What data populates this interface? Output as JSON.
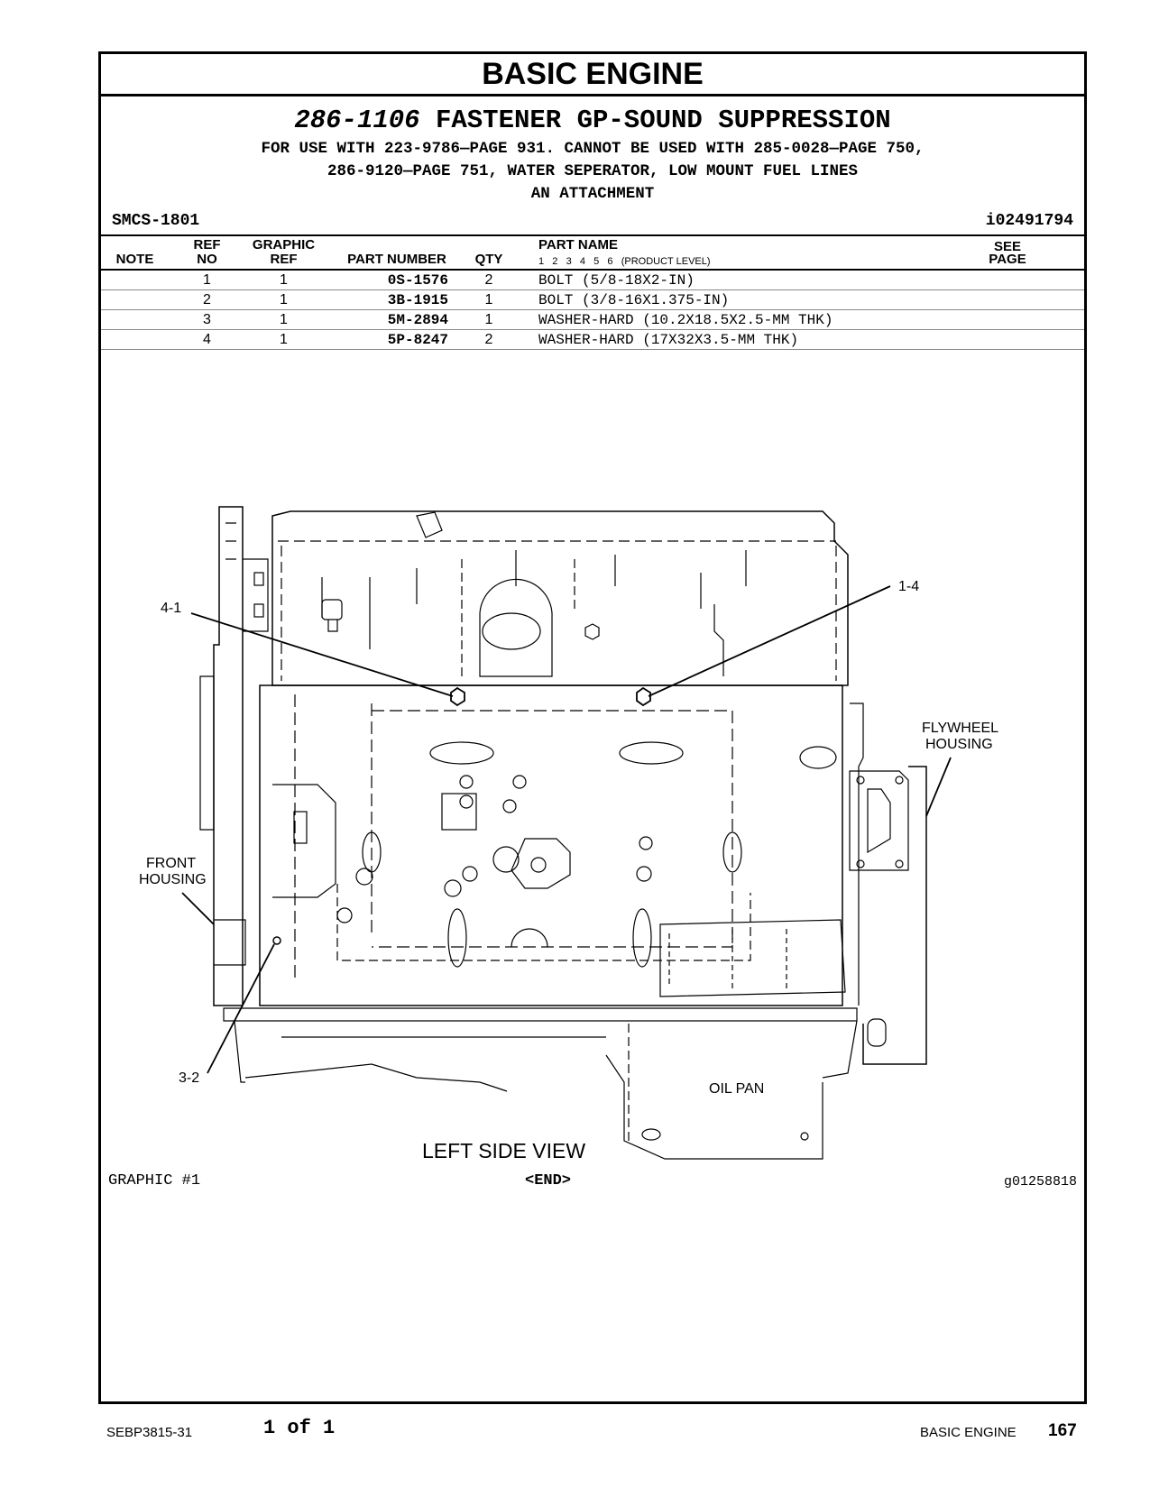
{
  "banner": "BASIC ENGINE",
  "group": {
    "number": "286-1106",
    "title": "FASTENER GP-SOUND SUPPRESSION",
    "desc_lines": [
      "FOR USE WITH 223-9786—PAGE 931. CANNOT BE USED WITH 285-0028—PAGE 750,",
      "286-9120—PAGE 751, WATER SEPERATOR, LOW MOUNT FUEL LINES",
      "AN ATTACHMENT"
    ]
  },
  "smcs": "SMCS-1801",
  "iref": "i02491794",
  "table": {
    "headers": {
      "note": "NOTE",
      "ref_no_1": "REF",
      "ref_no_2": "NO",
      "graphic_ref_1": "GRAPHIC",
      "graphic_ref_2": "REF",
      "part_number": "PART NUMBER",
      "qty": "QTY",
      "part_name": "PART NAME",
      "product_level": "1   2   3   4   5   6   (PRODUCT LEVEL)",
      "see_page_1": "SEE",
      "see_page_2": "PAGE"
    },
    "rows": [
      {
        "ref": "1",
        "graphic": "1",
        "part": "0S-1576",
        "qty": "2",
        "name": "BOLT (5/8-18X2-IN)"
      },
      {
        "ref": "2",
        "graphic": "1",
        "part": "3B-1915",
        "qty": "1",
        "name": "BOLT (3/8-16X1.375-IN)"
      },
      {
        "ref": "3",
        "graphic": "1",
        "part": "5M-2894",
        "qty": "1",
        "name": "WASHER-HARD (10.2X18.5X2.5-MM THK)"
      },
      {
        "ref": "4",
        "graphic": "1",
        "part": "5P-8247",
        "qty": "2",
        "name": "WASHER-HARD (17X32X3.5-MM THK)"
      }
    ]
  },
  "illustration": {
    "callouts": {
      "c41": "4-1",
      "c14": "1-4",
      "c32": "3-2",
      "front_1": "FRONT",
      "front_2": "HOUSING",
      "fly_1": "FLYWHEEL",
      "fly_2": "HOUSING",
      "oil_pan": "OIL PAN"
    },
    "view_label": "LEFT SIDE VIEW"
  },
  "graphic_label": "GRAPHIC #1",
  "end_label": "<END>",
  "graphic_number": "g01258818",
  "footer": {
    "doc": "SEBP3815-31",
    "page_of": "1 of 1",
    "section": "BASIC ENGINE",
    "page_number": "167"
  }
}
